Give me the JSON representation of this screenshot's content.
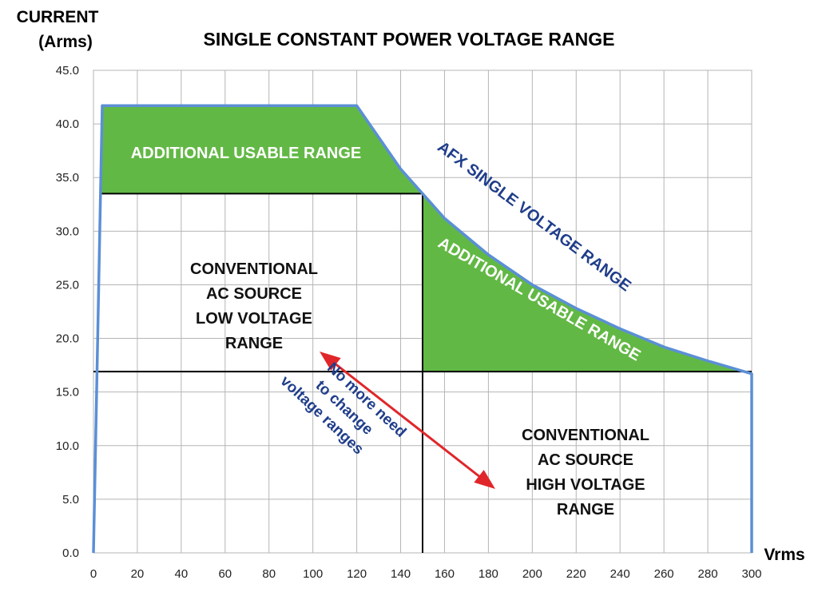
{
  "chart_data": {
    "type": "line",
    "title": "SINGLE CONSTANT POWER VOLTAGE RANGE",
    "ylabel_line1": "CURRENT",
    "ylabel_line2": "(Arms)",
    "xlabel": "Vrms",
    "xlim": [
      0,
      300
    ],
    "ylim": [
      0,
      45
    ],
    "x_ticks": [
      0,
      20,
      40,
      60,
      80,
      100,
      120,
      140,
      160,
      180,
      200,
      220,
      240,
      260,
      280,
      300
    ],
    "y_ticks": [
      "0.0",
      "5.0",
      "10.0",
      "15.0",
      "20.0",
      "25.0",
      "30.0",
      "35.0",
      "40.0",
      "45.0"
    ],
    "grid": true,
    "series": [
      {
        "name": "AFX SINGLE VOLTAGE RANGE",
        "color": "#5b8fd6",
        "points": [
          [
            0,
            0
          ],
          [
            4,
            41.7
          ],
          [
            120,
            41.7
          ],
          [
            140,
            35.8
          ],
          [
            150,
            33.5
          ],
          [
            160,
            31.2
          ],
          [
            180,
            27.8
          ],
          [
            200,
            25.0
          ],
          [
            220,
            22.8
          ],
          [
            240,
            20.9
          ],
          [
            260,
            19.2
          ],
          [
            280,
            17.9
          ],
          [
            300,
            16.7
          ],
          [
            300,
            0
          ]
        ]
      }
    ],
    "low_range_box": {
      "v_max": 150,
      "i_max": 33.5
    },
    "high_range_line": {
      "i": 16.9
    },
    "fill_color": "#62b845",
    "labels": {
      "additional_top": "ADDITIONAL USABLE RANGE",
      "additional_right": "ADDITIONAL USABLE RANGE",
      "afx_range": "AFX SINGLE VOLTAGE RANGE",
      "low_range": [
        "CONVENTIONAL",
        "AC SOURCE",
        "LOW VOLTAGE",
        "RANGE"
      ],
      "high_range": [
        "CONVENTIONAL",
        "AC SOURCE",
        "HIGH VOLTAGE",
        "RANGE"
      ],
      "no_more": [
        "No more need",
        "to change",
        "voltage ranges"
      ]
    },
    "arrow_color": "#e0262a",
    "label_color_blue": "#1f3d8a"
  }
}
